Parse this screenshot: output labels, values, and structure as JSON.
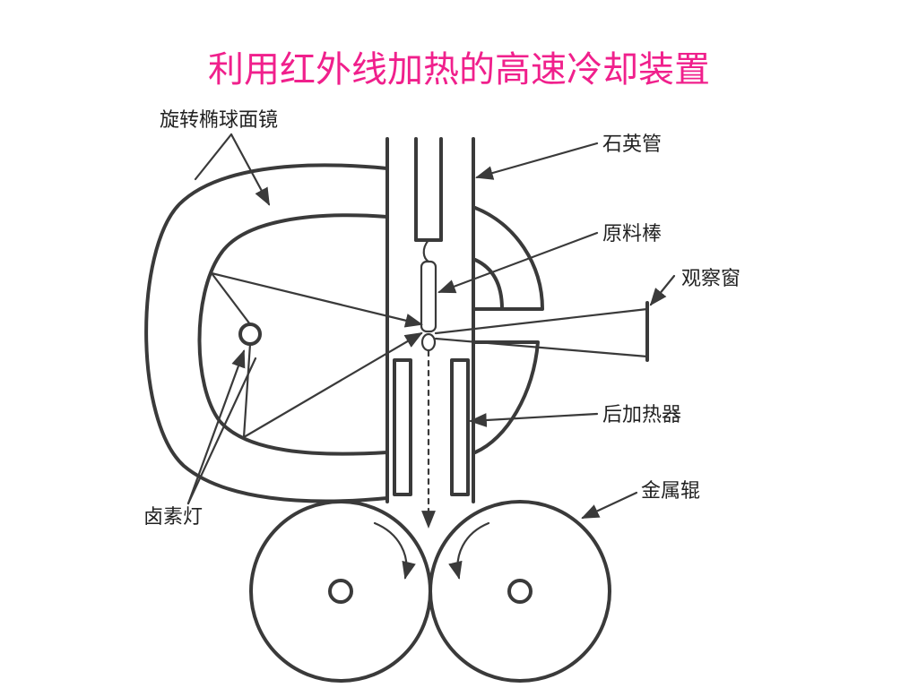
{
  "title": "利用红外线加热的高速冷却装置",
  "colors": {
    "title": "#f0208c",
    "line": "#3a3a3a",
    "text": "#222222"
  },
  "labels": {
    "mirror": "旋转椭球面镜",
    "quartz_tube": "石英管",
    "feed_rod": "原料棒",
    "window": "观察窗",
    "post_heater": "后加热器",
    "metal_roller": "金属辊",
    "halogen_lamp": "卤素灯"
  }
}
